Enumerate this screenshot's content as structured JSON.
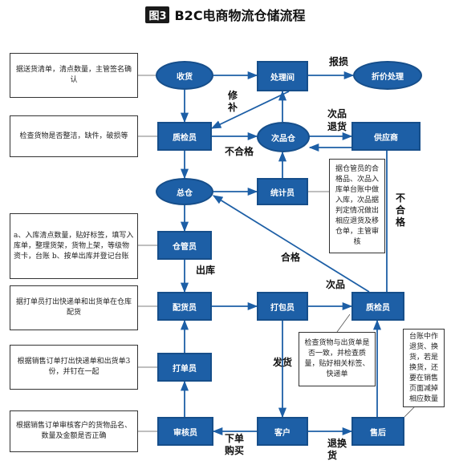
{
  "title": {
    "figure_tag": "图3",
    "text": "B2C电商物流仓储流程"
  },
  "nodes": {
    "receive": "收货",
    "qc1": "质检员",
    "warehouse": "总仓",
    "storekeeper": "仓管员",
    "distributor": "配货员",
    "printer": "打单员",
    "auditor": "审核员",
    "handling": "处理间",
    "discount": "折价处理",
    "defect_wh": "次品仓",
    "supplier": "供应商",
    "stats": "统计员",
    "packer": "打包员",
    "qc2": "质检员",
    "customer": "客户",
    "after_sales": "售后"
  },
  "notes": {
    "receive": "据送货清单，清点数量，主管签名确认",
    "qc1": "检查货物是否整洁，缺件，破损等",
    "storekeeper": "a、入库清点数量，贴好标签，填写入库单，整理货架，货物上架，等级物资卡，台账 b、按单出库并登记台账",
    "distributor": "据打单员打出快递单和出货单在仓库配货",
    "printer": "根据销售订单打出快递单和出货单3份，并钉在一起",
    "auditor": "根据销售订单审核客户的货物品名、数量及金额是否正确",
    "stats": "据仓管员的合格品、次品入库单台账中做入库，次品据判定情况做出相应退货及移仓单，主管审核",
    "qc2": "检查货物与出货单是否一致，并检查质量，贴好相关标签、快递单",
    "after_sales": "台账中作退货、换货，若是换货，还要在销售页面减掉相应数量"
  },
  "edge_labels": {
    "damage": "报损",
    "repair": "修补",
    "unqualified1": "不合格",
    "defect_return": "次品退货",
    "unqualified2": "不合格",
    "qualified": "合格",
    "out_stock": "出库",
    "defect": "次品",
    "ship": "发货",
    "order_buy": "下单购买",
    "return_exchange": "退换货"
  },
  "colors": {
    "node_fill": "#1d5fa6",
    "node_border": "#164e8a",
    "arrow": "#1d5fa6",
    "note_line": "#555555"
  }
}
